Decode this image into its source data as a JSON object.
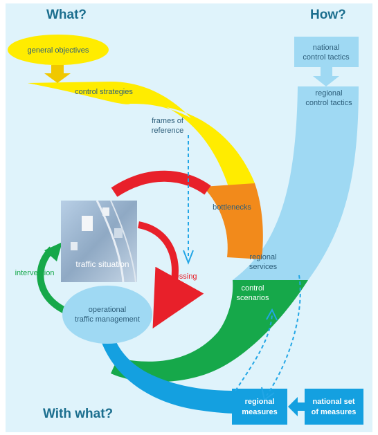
{
  "headings": {
    "what": "What?",
    "how": "How?",
    "with_what": "With what?"
  },
  "labels": {
    "general_objectives": "general objectives",
    "control_strategies": "control strategies",
    "frames_of_reference_1": "frames of",
    "frames_of_reference_2": "reference",
    "national_control_tactics_1": "national",
    "national_control_tactics_2": "control tactics",
    "regional_control_tactics_1": "regional",
    "regional_control_tactics_2": "control tactics",
    "bottlenecks": "bottlenecks",
    "regional_services_1": "regional",
    "regional_services_2": "services",
    "control_scenarios_1": "control",
    "control_scenarios_2": "scenarios",
    "traffic_situation": "traffic situation",
    "assessing": "assessing",
    "intervention": "intervention",
    "operational_traffic_management_1": "operational",
    "operational_traffic_management_2": "traffic management",
    "regional_measures_1": "regional",
    "regional_measures_2": "measures",
    "national_set_of_measures_1": "national set",
    "national_set_of_measures_2": "of measures"
  },
  "colors": {
    "background": "#dff3fb",
    "heading": "#1b6e8e",
    "yellow": "#ffec00",
    "orange": "#f28a1b",
    "light_blue": "#9fd9f3",
    "green": "#16a84a",
    "red": "#e8202a",
    "blue": "#14a0e0",
    "dashed_blue": "#22a6e6",
    "label_dark": "#2d5e7a",
    "label_green": "#16a84a",
    "label_red": "#e8202a"
  },
  "icons": {
    "photo": "traffic-photo"
  }
}
